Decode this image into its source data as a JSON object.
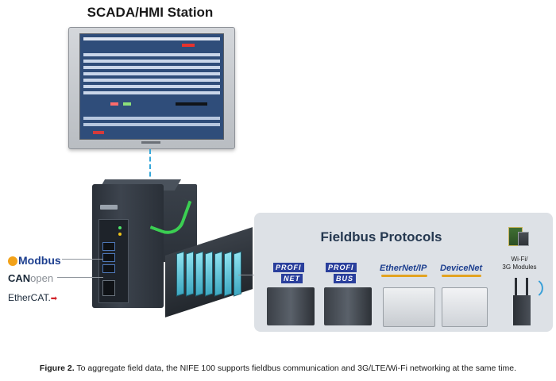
{
  "station": {
    "title": "SCADA/HMI Station"
  },
  "fieldbus": {
    "title": "Fieldbus Protocols",
    "protocols": [
      {
        "name": "PROFINET",
        "line1": "PROFI",
        "line2": "NET"
      },
      {
        "name": "PROFIBUS",
        "line1": "PROFI",
        "line2": "BUS"
      },
      {
        "name": "EtherNet/IP"
      },
      {
        "name": "DeviceNet"
      }
    ],
    "wifi_label_line1": "Wi-Fi/",
    "wifi_label_line2": "3G Modules"
  },
  "left_protocols": {
    "modbus": "Modbus",
    "canopen_can": "CAN",
    "canopen_open": "open",
    "ethercat": "EtherCAT."
  },
  "caption": {
    "label": "Figure 2.",
    "text": " To aggregate field data, the NIFE 100 supports fieldbus communication and 3G/LTE/Wi-Fi networking at the same time."
  },
  "colors": {
    "accent_line": "#35a7d9",
    "panel": "#dde1e6",
    "title": "#253850"
  }
}
